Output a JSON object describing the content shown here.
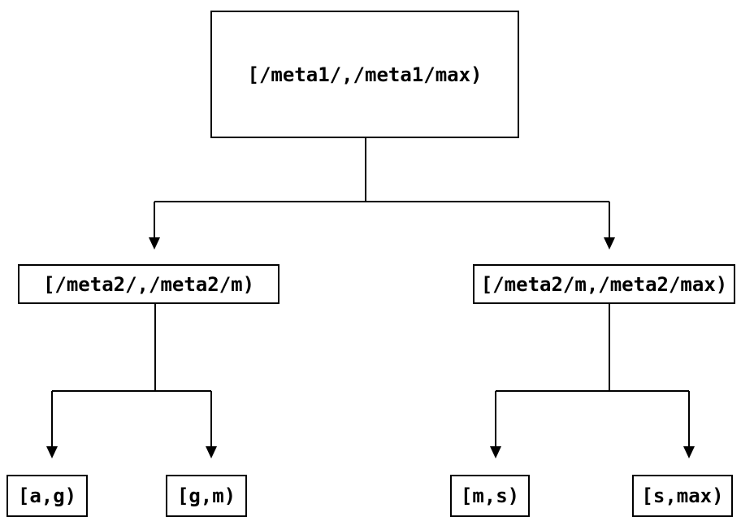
{
  "diagram": {
    "background_color": "#ffffff",
    "line_color": "#000000",
    "text_color": "#000000",
    "tree": {
      "label": "[/meta1/,/meta1/max)",
      "children": [
        {
          "label": "[/meta2/,/meta2/m)",
          "children": [
            {
              "label": "[a,g)"
            },
            {
              "label": "[g,m)"
            }
          ]
        },
        {
          "label": "[/meta2/m,/meta2/max)",
          "children": [
            {
              "label": "[m,s)"
            },
            {
              "label": "[s,max)"
            }
          ]
        }
      ]
    }
  }
}
